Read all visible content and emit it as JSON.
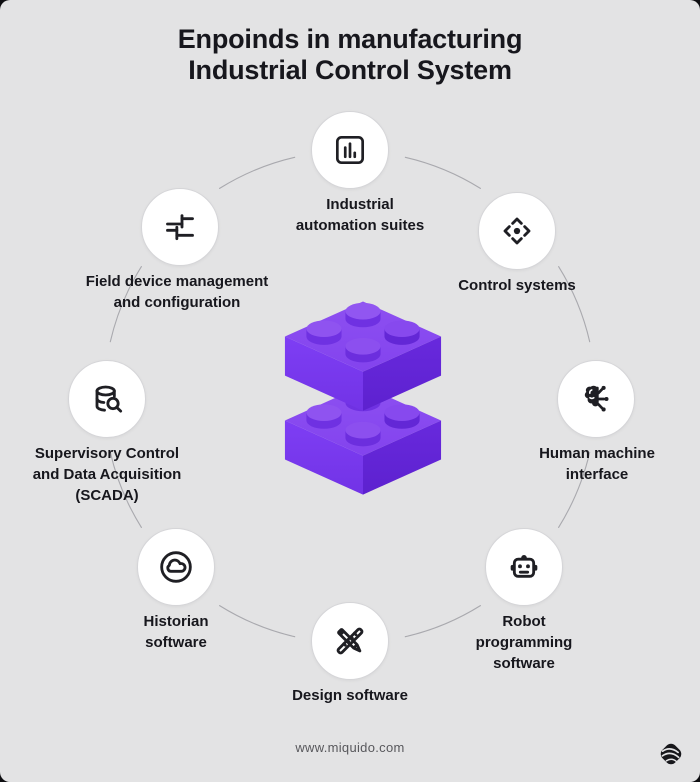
{
  "title": "Enpoinds in manufacturing\nIndustrial Control System",
  "nodes": [
    {
      "id": "industrial-automation-suites",
      "label": "Industrial\nautomation suites",
      "icon": "bar-chart-icon"
    },
    {
      "id": "control-systems",
      "label": "Control systems",
      "icon": "focus-target-icon"
    },
    {
      "id": "human-machine-interface",
      "label": "Human machine\ninterface",
      "icon": "brain-circuit-icon"
    },
    {
      "id": "robot-programming-software",
      "label": "Robot\nprogramming\nsoftware",
      "icon": "robot-icon"
    },
    {
      "id": "design-software",
      "label": "Design software",
      "icon": "ruler-pencil-icon"
    },
    {
      "id": "historian-software",
      "label": "Historian\nsoftware",
      "icon": "cloud-icon"
    },
    {
      "id": "scada",
      "label": "Supervisory Control\nand Data Acquisition\n(SCADA)",
      "icon": "database-search-icon"
    },
    {
      "id": "field-device-management",
      "label": "Field device management\nand configuration",
      "icon": "sliders-icon"
    }
  ],
  "center": {
    "graphic": "purple-lego-bricks"
  },
  "footer": {
    "url": "www.miquido.com",
    "logo": "miquido-logo"
  },
  "colors": {
    "background": "#e3e3e4",
    "ink": "#17171d",
    "connector_line": "#a9a9ae",
    "lego_top": "#8a4cf0",
    "lego_left": "#7c3bf2",
    "lego_right": "#6527da"
  }
}
